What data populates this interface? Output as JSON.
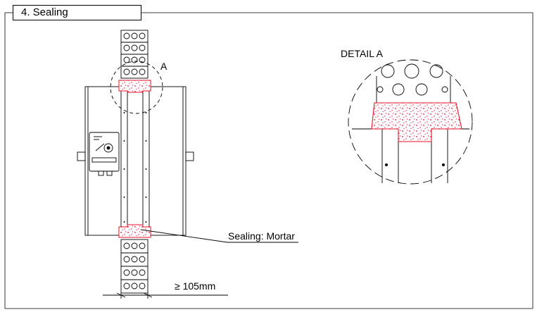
{
  "section_title": "4. Sealing",
  "labels": {
    "detail_ref": "A",
    "detail_title": "DETAIL A",
    "sealing_callout": "Sealing: Mortar",
    "wall_thickness": "≥ 105mm"
  },
  "colors": {
    "line": "#000000",
    "sealing": "#e8102a",
    "dashed": "#000000"
  },
  "icons": {
    "damper_actuator": "actuator-icon",
    "brand_plate": "badge-icon"
  }
}
